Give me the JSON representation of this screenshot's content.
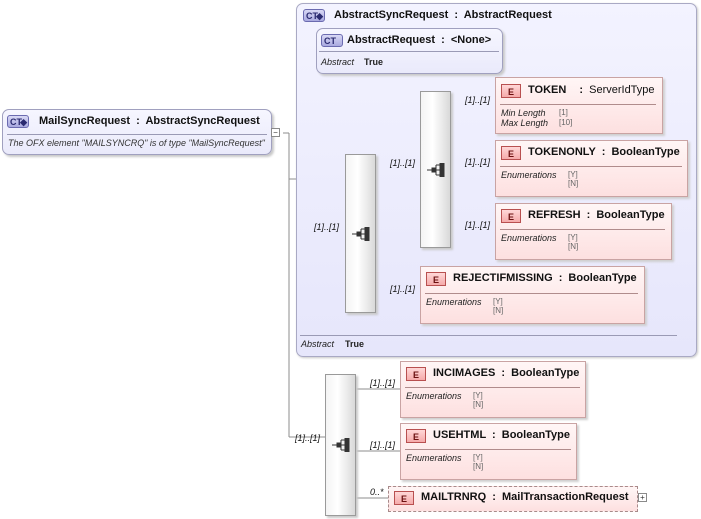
{
  "root": {
    "badge": "CT",
    "name": "MailSyncRequest",
    "base": "AbstractSyncRequest",
    "doc": "The OFX element \"MAILSYNCRQ\" is of type \"MailSyncRequest\""
  },
  "outer_type": {
    "badge": "CT",
    "name": "AbstractSyncRequest",
    "base": "AbstractRequest",
    "abstract_label": "Abstract",
    "abstract_value": "True"
  },
  "inner_type": {
    "badge": "CT",
    "name": "AbstractRequest",
    "base": "<None>",
    "abstract_label": "Abstract",
    "abstract_value": "True"
  },
  "separator": ":",
  "elements": {
    "token": {
      "badge": "E",
      "name": "TOKEN",
      "type": "ServerIdType",
      "card": "[1]..[1]",
      "facets": [
        {
          "label": "Min Length",
          "value": "[1]"
        },
        {
          "label": "Max Length",
          "value": "[10]"
        }
      ]
    },
    "tokenonly": {
      "badge": "E",
      "name": "TOKENONLY",
      "type": "BooleanType",
      "card": "[1]..[1]",
      "enum_label": "Enumerations",
      "values": [
        "[Y]",
        "[N]"
      ]
    },
    "refresh": {
      "badge": "E",
      "name": "REFRESH",
      "type": "BooleanType",
      "card": "[1]..[1]",
      "enum_label": "Enumerations",
      "values": [
        "[Y]",
        "[N]"
      ]
    },
    "rejectifmissing": {
      "badge": "E",
      "name": "REJECTIFMISSING",
      "type": "BooleanType",
      "card": "[1]..[1]",
      "enum_label": "Enumerations",
      "values": [
        "[Y]",
        "[N]"
      ]
    },
    "incimages": {
      "badge": "E",
      "name": "INCIMAGES",
      "type": "BooleanType",
      "card": "[1]..[1]",
      "enum_label": "Enumerations",
      "values": [
        "[Y]",
        "[N]"
      ]
    },
    "usehtml": {
      "badge": "E",
      "name": "USEHTML",
      "type": "BooleanType",
      "card": "[1]..[1]",
      "enum_label": "Enumerations",
      "values": [
        "[Y]",
        "[N]"
      ]
    },
    "mailtrnrq": {
      "badge": "E",
      "name": "MAILTRNRQ",
      "type": "MailTransactionRequest",
      "card": "0..*"
    }
  },
  "sequence_cards": {
    "outer_seq": "[1]..[1]",
    "inner_seq": "[1]..[1]",
    "mail_seq": "[1]..[1]"
  },
  "expand_symbol": "+",
  "collapse_symbol": "−"
}
